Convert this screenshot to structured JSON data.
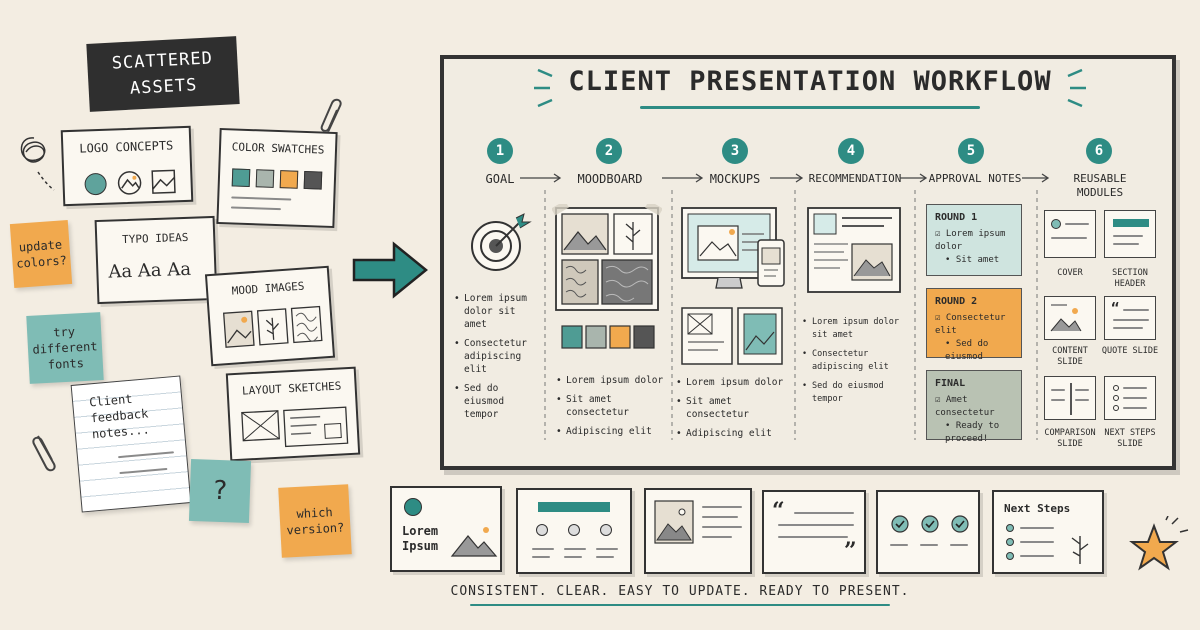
{
  "scattered": {
    "title_line1": "Scattered",
    "title_line2": "Assets",
    "logo_concepts": "Logo Concepts",
    "color_swatches": "Color Swatches",
    "typo_ideas": "Typo Ideas",
    "typo_sample": "Aa Aa Aa",
    "mood_images": "Mood Images",
    "layout_sketches": "Layout Sketches",
    "note_update": "update colors?",
    "note_fonts": "try different fonts",
    "note_feedback": "Client feedback notes...",
    "note_question": "?",
    "note_version": "which version?"
  },
  "board": {
    "title": "CLIENT PRESENTATION WORKFLOW",
    "steps": [
      {
        "num": "1",
        "title": "GOAL"
      },
      {
        "num": "2",
        "title": "MOODBOARD"
      },
      {
        "num": "3",
        "title": "MOCKUPS"
      },
      {
        "num": "4",
        "title": "RECOMMENDATION"
      },
      {
        "num": "5",
        "title": "APPROVAL NOTES"
      },
      {
        "num": "6",
        "title": "REUSABLE MODULES"
      }
    ],
    "goal_bullets": [
      "Lorem ipsum dolor sit amet",
      "Consectetur adipiscing elit",
      "Sed do eiusmod tempor"
    ],
    "moodboard_bullets": [
      "Lorem ipsum dolor",
      "Sit amet consectetur",
      "Adipiscing elit"
    ],
    "mockups_bullets": [
      "Lorem ipsum dolor",
      "Sit amet consectetur",
      "Adipiscing elit"
    ],
    "recommendation_bullets": [
      "Lorem ipsum dolor sit amet",
      "Consectetur adipiscing elit",
      "Sed do eiusmod tempor"
    ],
    "rounds": [
      {
        "title": "Round 1",
        "line1": "Lorem ipsum dolor",
        "line2": "Sit amet"
      },
      {
        "title": "Round 2",
        "line1": "Consectetur elit",
        "line2": "Sed do eiusmod"
      },
      {
        "title": "Final",
        "line1": "Amet consectetur",
        "line2": "Ready to proceed!"
      }
    ],
    "modules": [
      "Cover",
      "Section Header",
      "Content Slide",
      "Quote Slide",
      "Comparison Slide",
      "Next Steps Slide"
    ]
  },
  "strip": {
    "cover_text": "Lorem Ipsum",
    "next_steps": "Next Steps",
    "tagline": "CONSISTENT. CLEAR. EASY TO UPDATE. READY TO PRESENT."
  },
  "colors": {
    "teal": "#2e8c84",
    "orange": "#f1a94e",
    "charcoal": "#333333",
    "paper": "#f3ede2"
  }
}
